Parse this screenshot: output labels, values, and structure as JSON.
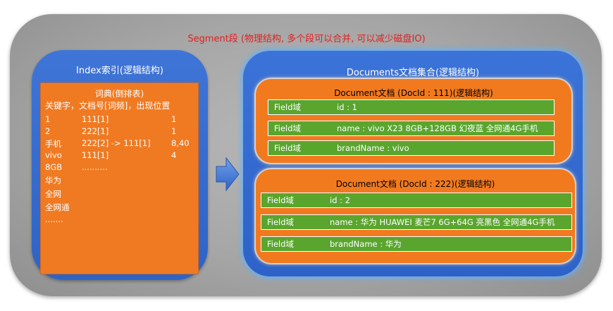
{
  "segment": {
    "title": "Segment段 (物理结构, 多个段可以合并, 可以减少磁盘IO)"
  },
  "index": {
    "title": "Index索引(逻辑结构)",
    "dict_title": "词典(倒排表)",
    "header": "关键字，文档号[词频]，出现位置",
    "rows": [
      {
        "term": "1",
        "docs": "111[1]",
        "pos": "1"
      },
      {
        "term": "2",
        "docs": "222[1]",
        "pos": "1"
      },
      {
        "term": "手机",
        "docs": "222[2] -> 111[1]",
        "pos": "8,40"
      },
      {
        "term": "vivo",
        "docs": "111[1]",
        "pos": "4"
      },
      {
        "term": "8GB",
        "docs": "..........",
        "pos": ""
      },
      {
        "term": "华为",
        "docs": "",
        "pos": ""
      },
      {
        "term": "全网",
        "docs": "",
        "pos": ""
      },
      {
        "term": "全网通",
        "docs": "",
        "pos": ""
      },
      {
        "term": ".......",
        "docs": "",
        "pos": ""
      }
    ]
  },
  "documents": {
    "title": "Documents文档集合(逻辑结构)",
    "docs": [
      {
        "title": "Document文档 (DocId : 111)(逻辑结构)",
        "fields": [
          {
            "label": "Field域",
            "value": "id : 1"
          },
          {
            "label": "Field域",
            "value": "name : vivo X23 8GB+128GB 幻夜蓝 全网通4G手机"
          },
          {
            "label": "Field域",
            "value": "brandName :  vivo"
          }
        ]
      },
      {
        "title": "Document文档 (DocId : 222)(逻辑结构)",
        "fields": [
          {
            "label": "Field域",
            "value": "id : 2"
          },
          {
            "label": "Field域",
            "value": "name : 华为 HUAWEI 麦芒7 6G+64G 亮黑色 全网通4G手机"
          },
          {
            "label": "Field域",
            "value": "brandName :  华为"
          }
        ]
      }
    ]
  },
  "colors": {
    "segment_title": "#e02020",
    "panel_blue": "#2f63c5",
    "orange": "#f07a22",
    "field_green": "#5aa52e"
  }
}
